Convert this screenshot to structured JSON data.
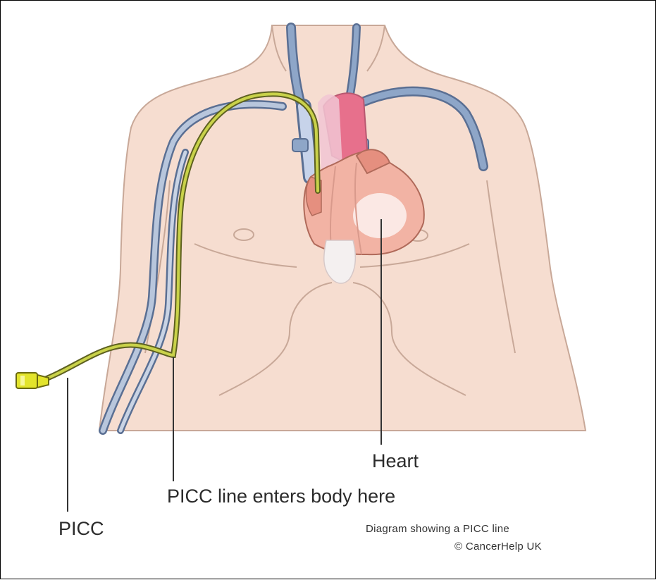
{
  "labels": {
    "picc": "PICC",
    "entry_point": "PICC line enters body here",
    "heart": "Heart"
  },
  "caption": {
    "line1": "Diagram showing a PICC line",
    "line2": "© CancerHelp UK"
  },
  "colors": {
    "skin": "#f6ddd0",
    "skin_outline": "#c8a898",
    "vein": "#8ea6c8",
    "vein_outline": "#5a6f93",
    "catheter": "#c9d24a",
    "catheter_outline": "#5d6020",
    "heart": "#f2b3a4",
    "heart_dark": "#e58f7f",
    "aorta_pink": "#e7708c",
    "connector": "#e3e42c"
  }
}
